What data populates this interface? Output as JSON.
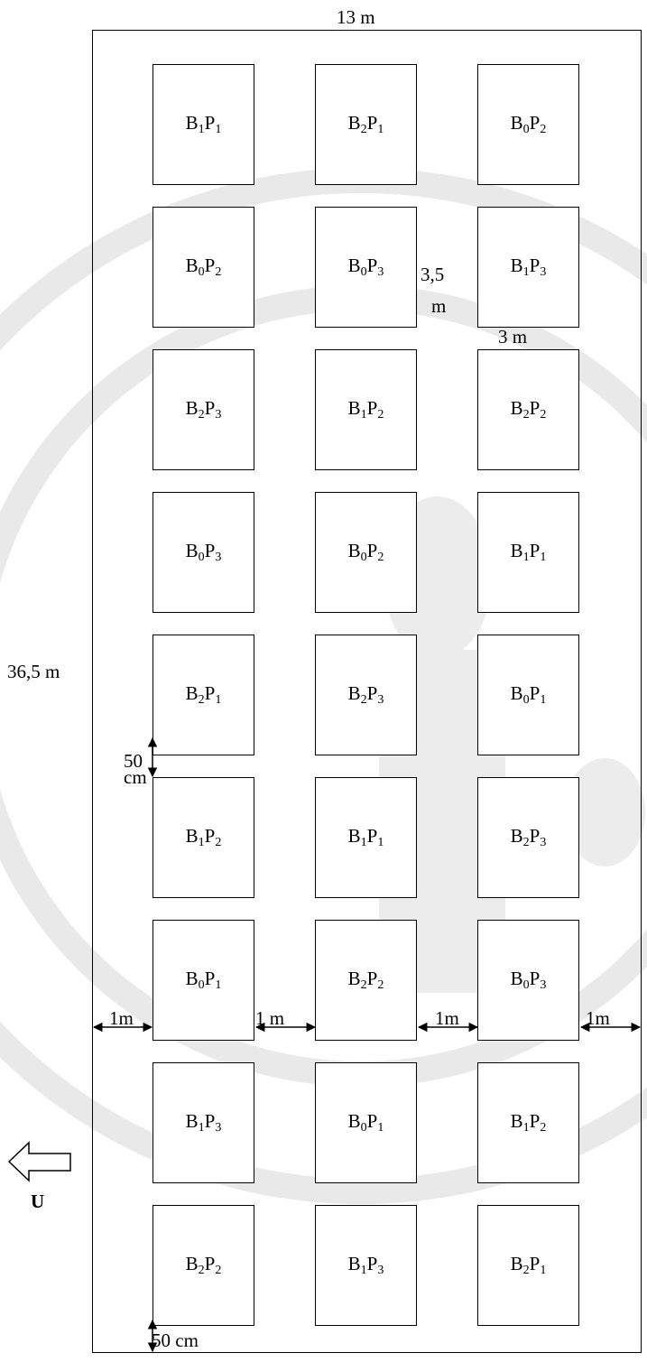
{
  "dimensions": {
    "width": "13 m",
    "length": "36,5 m",
    "plot_height_value": "3,5",
    "plot_height_unit": "m",
    "plot_width": "3 m",
    "plot_spacing_value": "50",
    "plot_spacing_unit": "cm",
    "bottom_spacing": "50 cm",
    "edge_margin_left": "1m",
    "between_col_1_2": "1 m",
    "between_col_2_3": "1m",
    "edge_margin_right": "1m"
  },
  "north": {
    "label": "U"
  },
  "colors": {
    "line": "#000000",
    "plot_fill": "#ffffff",
    "watermark": "#e6e6e6"
  },
  "rows": [
    [
      {
        "b": "1",
        "p": "1"
      },
      {
        "b": "2",
        "p": "1"
      },
      {
        "b": "0",
        "p": "2"
      }
    ],
    [
      {
        "b": "0",
        "p": "2"
      },
      {
        "b": "0",
        "p": "3"
      },
      {
        "b": "1",
        "p": "3"
      }
    ],
    [
      {
        "b": "2",
        "p": "3"
      },
      {
        "b": "1",
        "p": "2"
      },
      {
        "b": "2",
        "p": "2"
      }
    ],
    [
      {
        "b": "0",
        "p": "3"
      },
      {
        "b": "0",
        "p": "2"
      },
      {
        "b": "1",
        "p": "1"
      }
    ],
    [
      {
        "b": "2",
        "p": "1"
      },
      {
        "b": "2",
        "p": "3"
      },
      {
        "b": "0",
        "p": "1"
      }
    ],
    [
      {
        "b": "1",
        "p": "2"
      },
      {
        "b": "1",
        "p": "1"
      },
      {
        "b": "2",
        "p": "3"
      }
    ],
    [
      {
        "b": "0",
        "p": "1"
      },
      {
        "b": "2",
        "p": "2"
      },
      {
        "b": "0",
        "p": "3"
      }
    ],
    [
      {
        "b": "1",
        "p": "3"
      },
      {
        "b": "0",
        "p": "1"
      },
      {
        "b": "1",
        "p": "2"
      }
    ],
    [
      {
        "b": "2",
        "p": "2"
      },
      {
        "b": "1",
        "p": "3"
      },
      {
        "b": "2",
        "p": "1"
      }
    ]
  ]
}
